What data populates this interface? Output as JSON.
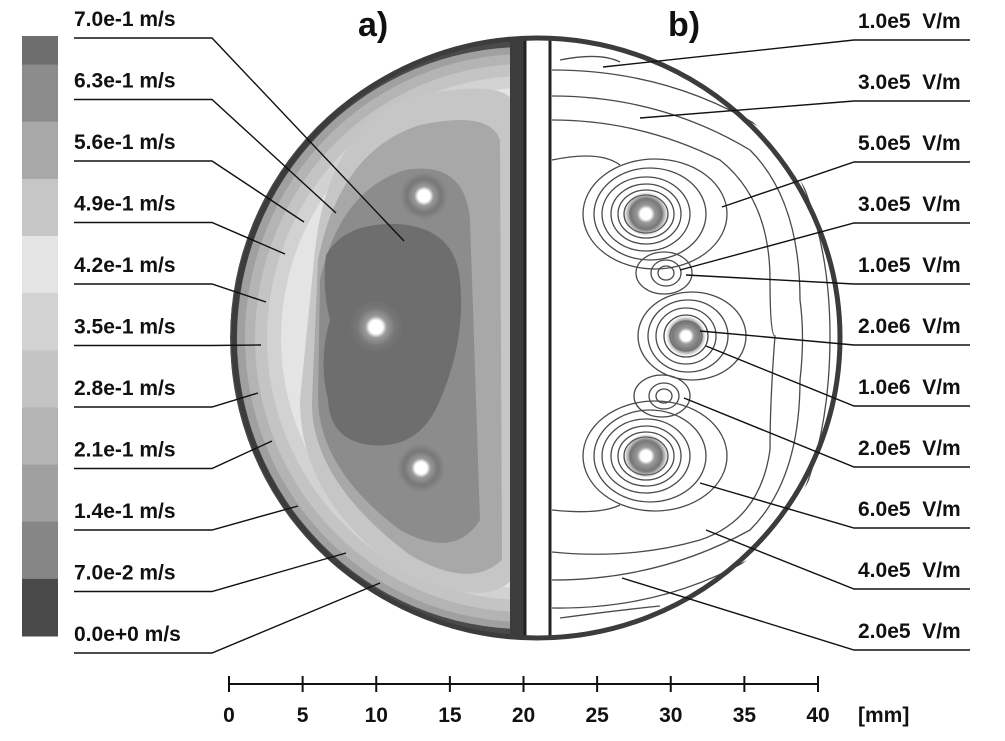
{
  "panel_a_label": "a)",
  "panel_b_label": "b)",
  "velocity_legend": [
    {
      "label": "7.0e-1 m/s",
      "color": "#6e6e6e"
    },
    {
      "label": "6.3e-1 m/s",
      "color": "#8c8c8c"
    },
    {
      "label": "5.6e-1 m/s",
      "color": "#a8a8a8"
    },
    {
      "label": "4.9e-1 m/s",
      "color": "#c6c6c6"
    },
    {
      "label": "4.2e-1 m/s",
      "color": "#e4e4e4"
    },
    {
      "label": "3.5e-1 m/s",
      "color": "#d2d2d2"
    },
    {
      "label": "2.8e-1 m/s",
      "color": "#c4c4c4"
    },
    {
      "label": "2.1e-1 m/s",
      "color": "#b4b4b4"
    },
    {
      "label": "1.4e-1 m/s",
      "color": "#a0a0a0"
    },
    {
      "label": "7.0e-2 m/s",
      "color": "#868686"
    },
    {
      "label": "0.0e+0 m/s",
      "color": "#4a4a4a"
    }
  ],
  "field_labels": [
    "1.0e5  V/m",
    "3.0e5  V/m",
    "5.0e5  V/m",
    "3.0e5  V/m",
    "1.0e5  V/m",
    "2.0e6  V/m",
    "1.0e6  V/m",
    "2.0e5  V/m",
    "6.0e5  V/m",
    "4.0e5  V/m",
    "2.0e5  V/m"
  ],
  "scale_ticks": [
    "0",
    "5",
    "10",
    "15",
    "20",
    "25",
    "30",
    "35",
    "40"
  ],
  "scale_unit": "[mm]"
}
